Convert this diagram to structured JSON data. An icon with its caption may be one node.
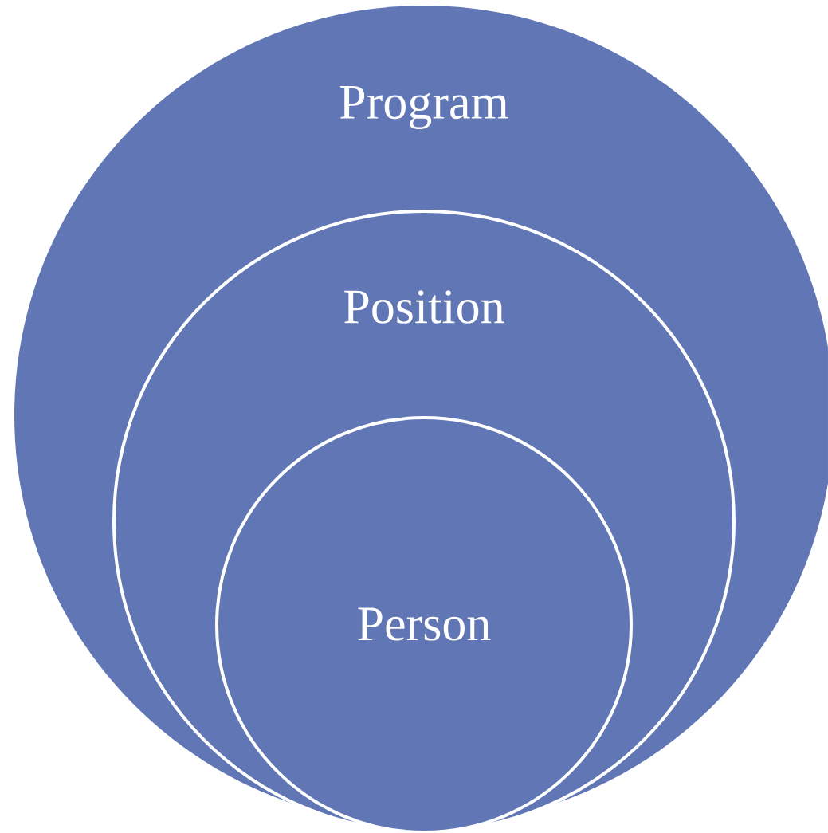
{
  "diagram": {
    "nodes": [
      {
        "text": [
          "Program"
        ]
      },
      {
        "text": [
          "Position"
        ],
        "in": 0
      },
      {
        "text": [
          "Person"
        ],
        "in": 1
      }
    ]
  }
}
